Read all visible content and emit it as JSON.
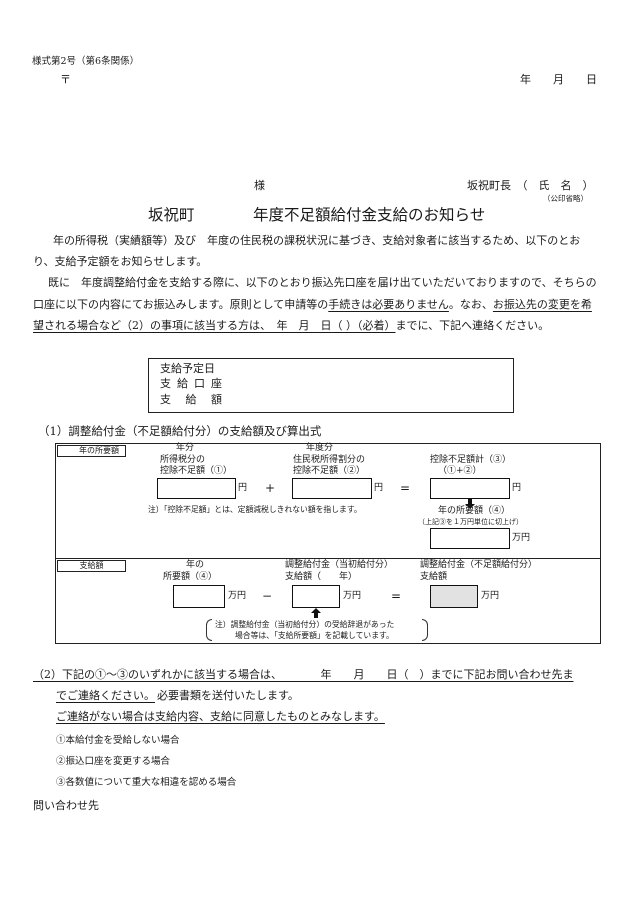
{
  "header": {
    "form_number": "様式第2号（第6条関係）",
    "postal_mark": "〒",
    "date_line": "年　　月　　日"
  },
  "addressing": {
    "recipient_suffix": "様",
    "sender": "坂祝町長　（　氏　名　）",
    "seal_note": "（公印省略）"
  },
  "title": {
    "town": "坂祝町",
    "text": "年度不足額給付金支給のお知らせ"
  },
  "intro": {
    "p1_line1": "年の所得税（実績額等）及び　年度の住民税の課税状況に基づき、支給対象者に該当するため、以下のとお",
    "p1_line2": "り、支給予定額をお知らせします。",
    "p2_line1": "既に　年度調整給付金を支給する際に、以下のとおり振込先口座を届け出ていただいておりますので、そちらの",
    "p2_line2_a": "口座に以下の内容にてお振込みします。原則として申請等の",
    "p2_line2_u1": "手続きは必要ありません",
    "p2_line2_b": "。なお、",
    "p2_line2_u2": "お振込先の変更を希",
    "p2_line3_u": "望される場合など（2）の事項に該当する方は、　年　月　日（ ）（必着）",
    "p2_line3_b": "までに、下記へ連絡ください。"
  },
  "summary_box": {
    "scheduled_date_label": "支給予定日",
    "account_label": "支給口座",
    "amount_label": "支給額"
  },
  "section1": {
    "heading": "（1）調整給付金（不足額給付分）の支給額及び算出式",
    "required": {
      "label": "年の所要額",
      "col1": [
        "年分",
        "所得税分の",
        "控除不足額（①）"
      ],
      "col2": [
        "年度分",
        "住民税所得割分の",
        "控除不足額（②）"
      ],
      "col3": [
        "控除不足額計（③）",
        "（①+②）"
      ],
      "yen": "円",
      "plus": "+",
      "equals": "=",
      "note": "注）「控除不足額」とは、定額減税しきれない額を指します。",
      "rounded_label": "年の所要額（④）",
      "rounded_note": "（上記③を１万円単位に切上げ）",
      "man_yen": "万円"
    },
    "payment": {
      "label": "支給額",
      "col1": [
        "年の",
        "所要額（④）"
      ],
      "col2": [
        "調整給付金（当初給付分）",
        "支給額（　　年）"
      ],
      "col3": [
        "調整給付金（不足額給付分）",
        "支給額"
      ],
      "minus": "−",
      "equals": "=",
      "man_yen": "万円",
      "note": [
        "注）調整給付金（当初給付分）の受給辞退があった",
        "場合等は、「支給所要額」を記載しています。"
      ]
    }
  },
  "section2": {
    "line1": "（2）下記の①～③のいずれかに該当する場合は、　　　　年　　月　　日（　）までに下記お問い合わせ先ま",
    "line2_u": "でご連絡ください。",
    "line2_b": "必要書類を送付いたします。",
    "line3_u": "ご連絡がない場合は支給内容、支給に同意したものとみなします。",
    "cases": [
      "①本給付金を受給しない場合",
      "②振込口座を変更する場合",
      "③各数値について重大な相違を認める場合"
    ]
  },
  "footer": {
    "contact_label": "問い合わせ先"
  },
  "colors": {
    "shaded_field": "#e2e2e2"
  }
}
